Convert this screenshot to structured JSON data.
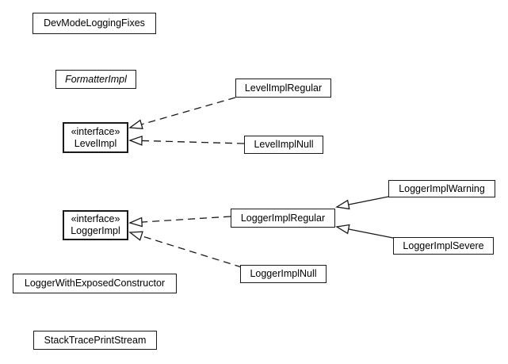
{
  "diagram": {
    "type": "uml-class-diagram",
    "background": "#ffffff",
    "line_color": "#1a1a1a",
    "text_color": "#000000",
    "box_fill": "#ffffff",
    "classes": [
      {
        "label": "DevModeLoggingFixes"
      },
      {
        "label": "FormatterImpl",
        "abstract": true
      },
      {
        "label": "LevelImplRegular"
      },
      {
        "stereotype": "«interface»",
        "label": "LevelImpl"
      },
      {
        "label": "LevelImplNull"
      },
      {
        "label": "LoggerImplWarning"
      },
      {
        "stereotype": "«interface»",
        "label": "LoggerImpl"
      },
      {
        "label": "LoggerImplRegular"
      },
      {
        "label": "LoggerImplSevere"
      },
      {
        "label": "LoggerImplNull"
      },
      {
        "label": "LoggerWithExposedConstructor"
      },
      {
        "label": "StackTracePrintStream"
      }
    ],
    "relations": [
      {
        "from": "LevelImplRegular",
        "to": "LevelImpl",
        "line": "dashed",
        "arrowhead": "open-triangle"
      },
      {
        "from": "LevelImplNull",
        "to": "LevelImpl",
        "line": "dashed",
        "arrowhead": "open-triangle"
      },
      {
        "from": "LoggerImplRegular",
        "to": "LoggerImpl",
        "line": "dashed",
        "arrowhead": "open-triangle"
      },
      {
        "from": "LoggerImplNull",
        "to": "LoggerImpl",
        "line": "dashed",
        "arrowhead": "open-triangle"
      },
      {
        "from": "LoggerImplWarning",
        "to": "LoggerImplRegular",
        "line": "solid",
        "arrowhead": "open-triangle"
      },
      {
        "from": "LoggerImplSevere",
        "to": "LoggerImplRegular",
        "line": "solid",
        "arrowhead": "open-triangle"
      }
    ]
  }
}
